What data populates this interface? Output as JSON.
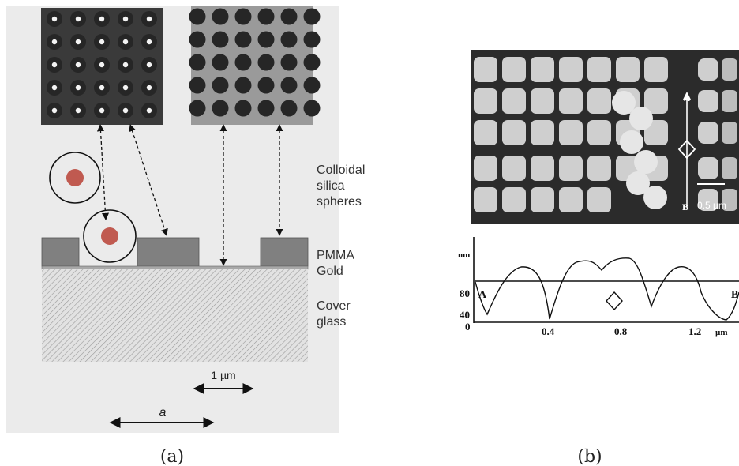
{
  "panel_a": {
    "labels": {
      "colloidal": "Colloidal",
      "silica": "silica",
      "spheres": "spheres",
      "pmma": "PMMA",
      "gold": "Gold",
      "cover": "Cover",
      "glass": "glass",
      "scale": "1 µm",
      "period": "a"
    },
    "caption": "(a)"
  },
  "panel_b": {
    "sem": {
      "label_a": "A",
      "label_b": "B",
      "scale": "0.5 µm"
    },
    "profile": {
      "y_unit": "nm",
      "y_ticks": [
        "80",
        "40",
        "0"
      ],
      "x_ticks": [
        "0.4",
        "0.8",
        "1.2"
      ],
      "x_unit": "µm",
      "label_a": "A",
      "label_b": "B"
    },
    "caption": "(b)"
  },
  "colors": {
    "panel_bg": "#ebebeb",
    "pmma": "#808080",
    "sphere": "#c05a50",
    "sem_bg": "#2b2b2b",
    "sem_block": "#cfcfcf"
  }
}
